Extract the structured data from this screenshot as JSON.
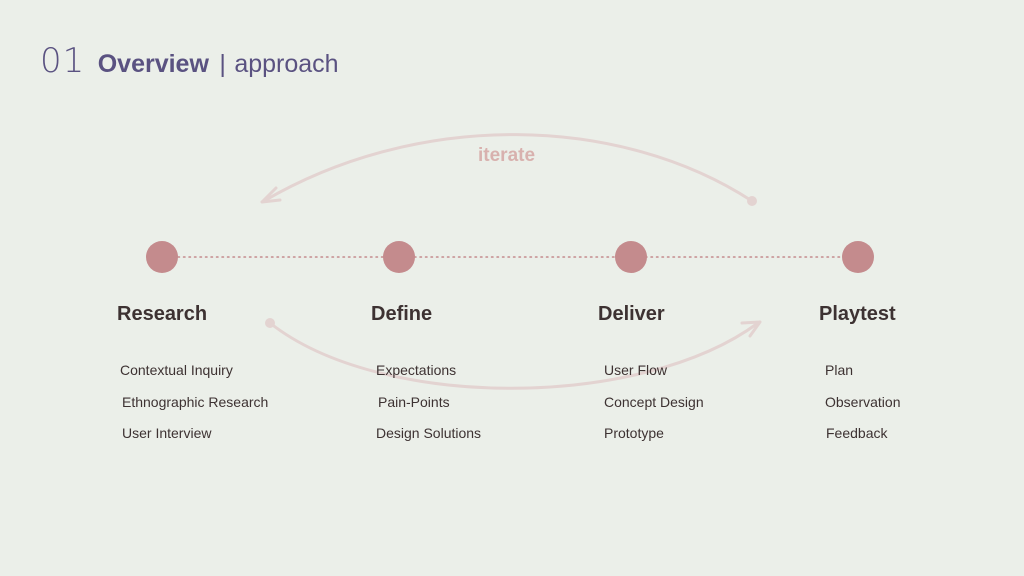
{
  "header": {
    "number": "01",
    "title": "Overview",
    "separator": "|",
    "subtitle": "approach"
  },
  "iterate_label": "iterate",
  "stages": [
    {
      "title": "Research",
      "items": [
        "Contextual Inquiry",
        "Ethnographic Research",
        "User Interview"
      ]
    },
    {
      "title": "Define",
      "items": [
        "Expectations",
        "Pain-Points",
        "Design Solutions"
      ]
    },
    {
      "title": "Deliver",
      "items": [
        "User Flow",
        "Concept Design",
        "Prototype"
      ]
    },
    {
      "title": "Playtest",
      "items": [
        "Plan",
        "Observation",
        "Feedback"
      ]
    }
  ],
  "colors": {
    "background": "#ebefe9",
    "header": "#5a5281",
    "node": "#c48b8d",
    "arc": "#e3d3d1",
    "iterate": "#d8b1ae",
    "text": "#3d3232"
  }
}
